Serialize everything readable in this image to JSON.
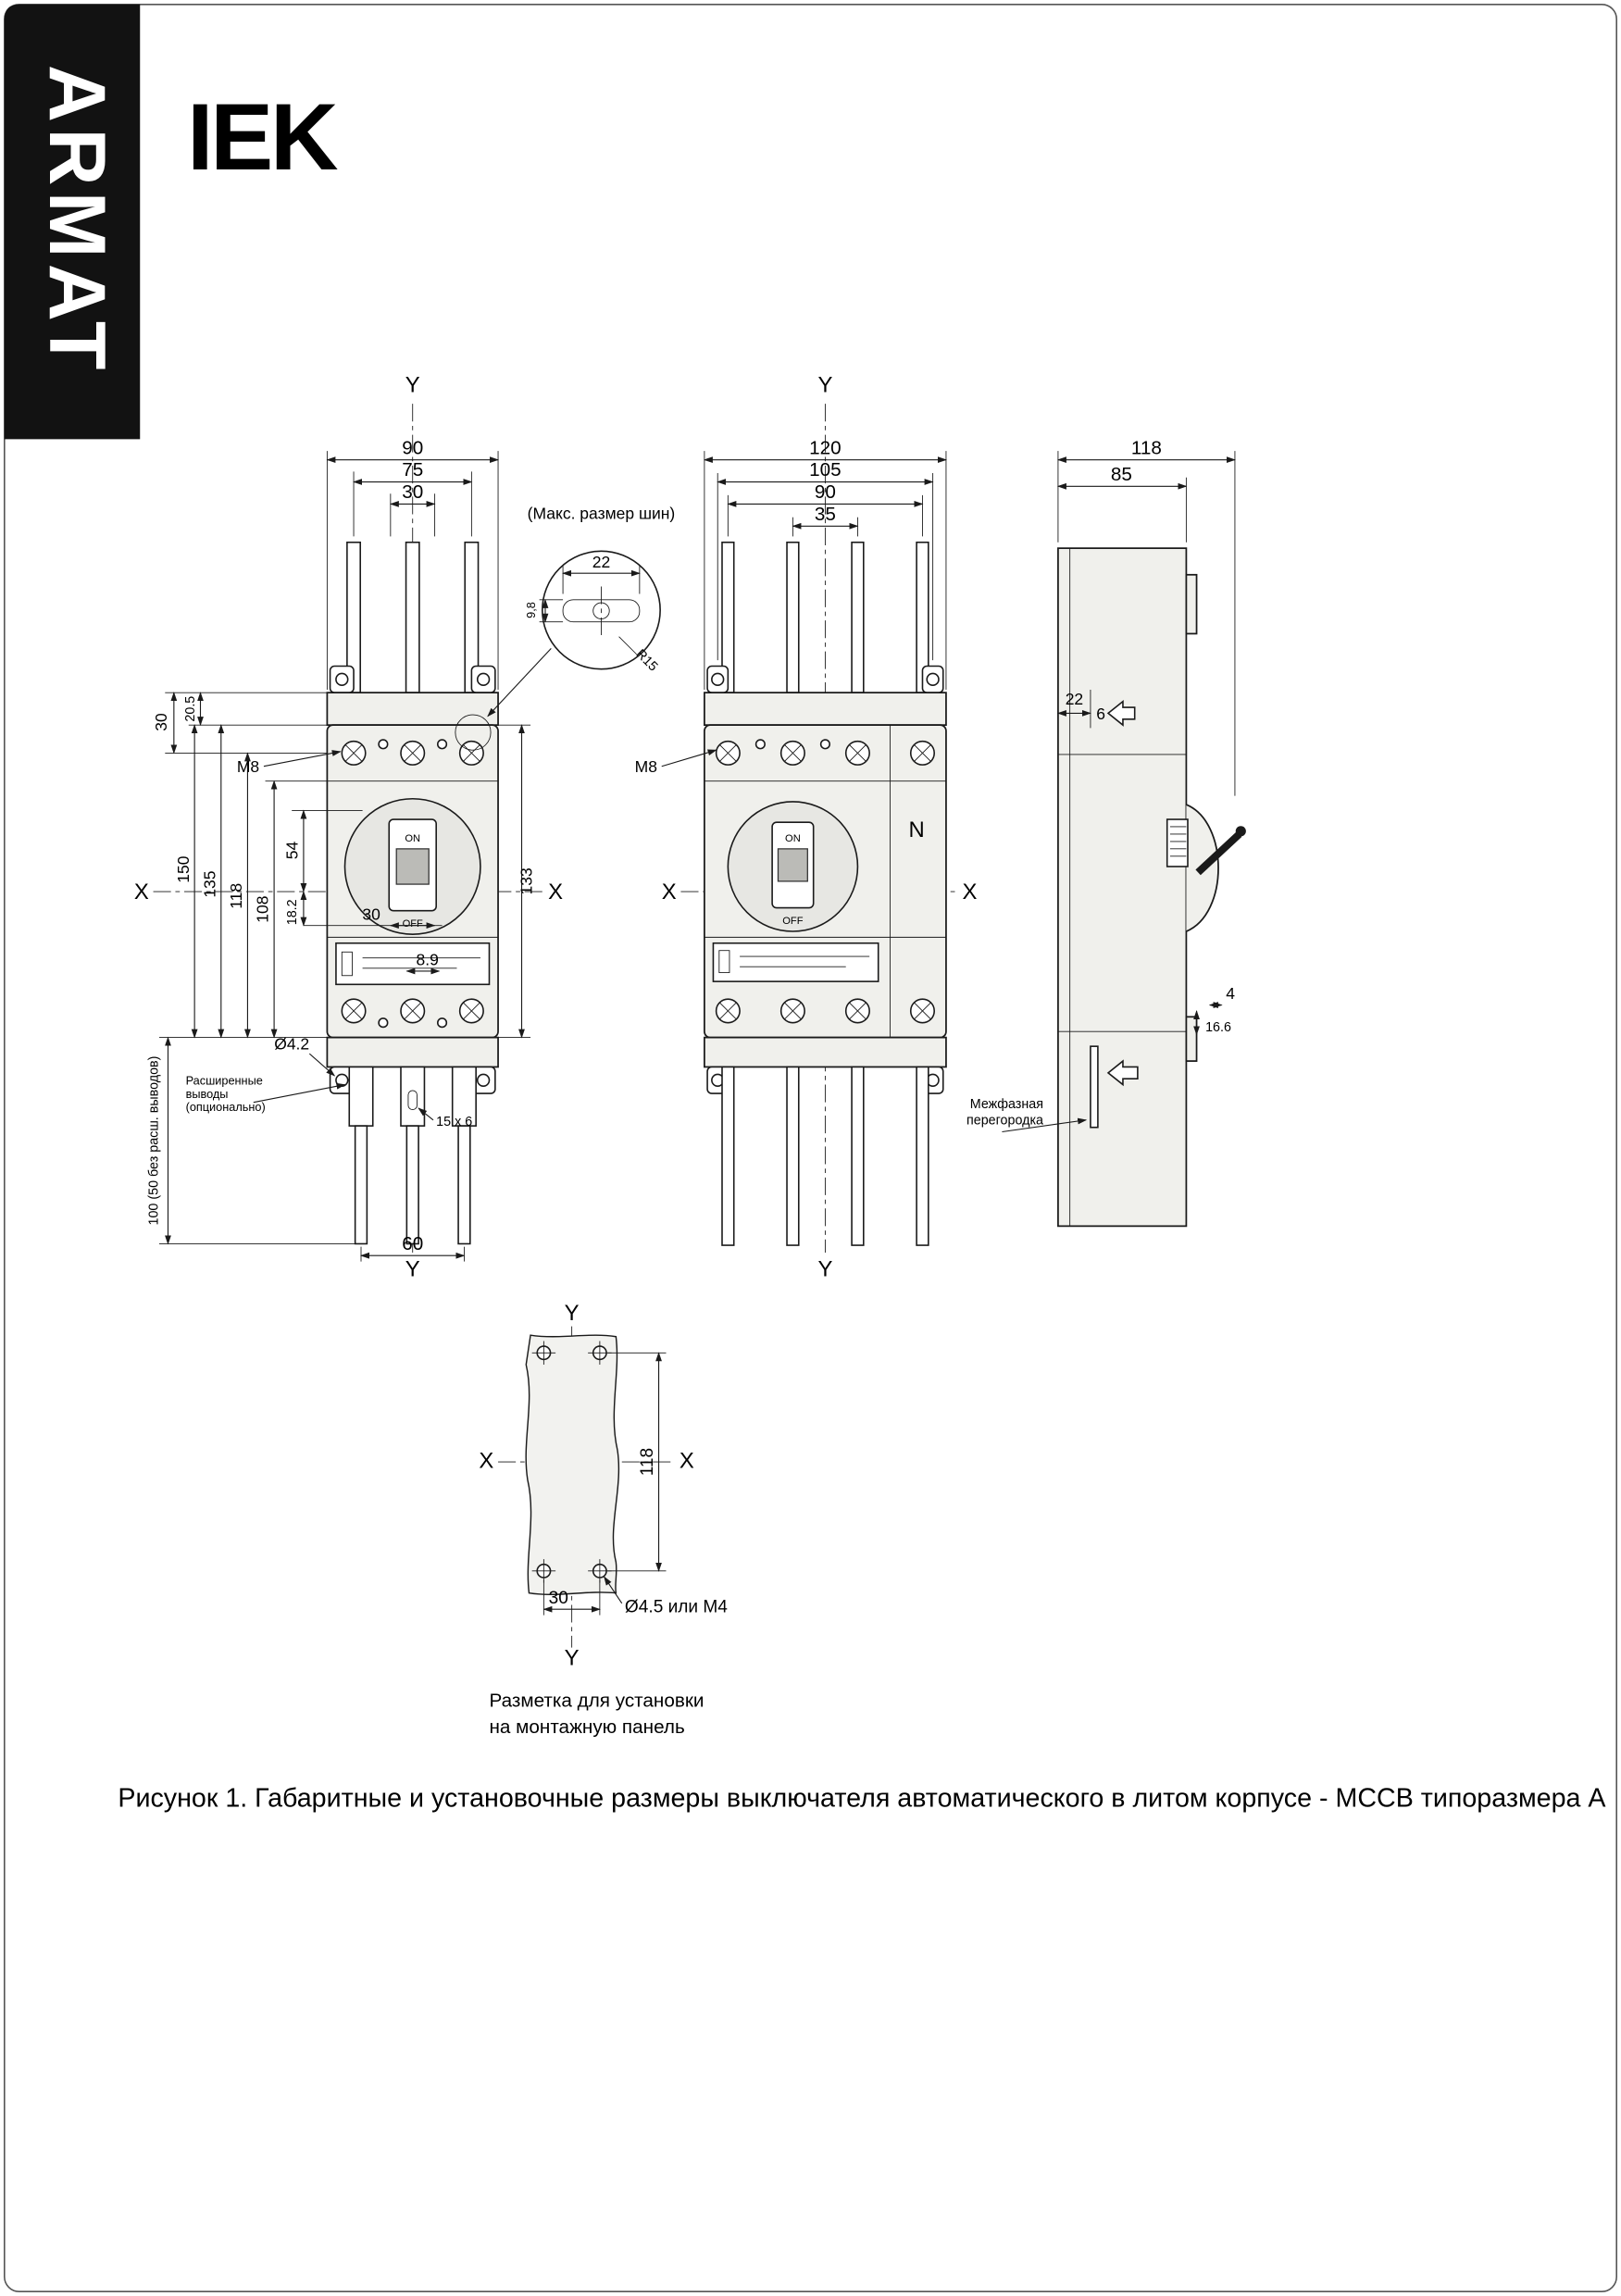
{
  "brand": {
    "armat": "ARMAT",
    "iek": "IEK"
  },
  "figure_caption": "Рисунок 1. Габаритные и установочные размеры выключателя автоматического в литом корпусе - MCCB типоразмера A",
  "front3p": {
    "y_top": "Y",
    "y_bottom": "Y",
    "x_left": "X",
    "x_right": "X",
    "dim_90": "90",
    "dim_75": "75",
    "dim_30_top": "30",
    "dim_30_left": "30",
    "dim_20_5": "20.5",
    "m8": "M8",
    "dim_150": "150",
    "dim_135": "135",
    "dim_118": "118",
    "dim_108": "108",
    "dim_54": "54",
    "dim_18_2": "18.2",
    "dim_30_inner": "30",
    "dim_133": "133",
    "dim_8_9": "8.9",
    "hole": "Ø4.2",
    "ext_line1": "Расширенные",
    "ext_line2": "выводы",
    "ext_line3": "(опционально)",
    "dim_100": "100 (50 без расш. выводов)",
    "slot": "15 x 6",
    "dim_60": "60",
    "on": "ON",
    "off": "OFF"
  },
  "detail": {
    "title": "(Макс. размер шин)",
    "dim_22": "22",
    "dim_9_8": "9,8",
    "r15": "R15"
  },
  "front4p": {
    "y_top": "Y",
    "y_bottom": "Y",
    "x_left": "X",
    "x_right": "X",
    "dim_120": "120",
    "dim_105": "105",
    "dim_90": "90",
    "dim_35": "35",
    "m8": "M8",
    "n": "N",
    "on": "ON",
    "off": "OFF"
  },
  "side": {
    "dim_118": "118",
    "dim_85": "85",
    "dim_22": "22",
    "dim_6": "6",
    "dim_4": "4",
    "dim_16_6": "16.6",
    "barrier1": "Межфазная",
    "barrier2": "перегородка"
  },
  "template": {
    "y_top": "Y",
    "y_bottom": "Y",
    "x_left": "X",
    "x_right": "X",
    "dim_118": "118",
    "dim_30": "30",
    "hole": "Ø4.5 или M4",
    "caption1": "Разметка для установки",
    "caption2": "на монтажную панель"
  }
}
